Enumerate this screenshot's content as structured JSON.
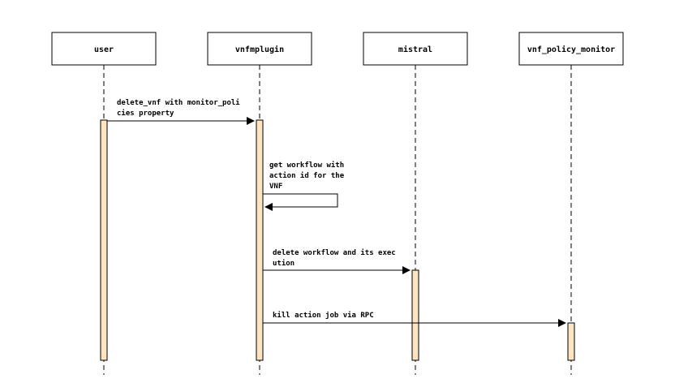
{
  "actors": [
    {
      "id": "user",
      "label": "user"
    },
    {
      "id": "vnfmplugin",
      "label": "vnfmplugin"
    },
    {
      "id": "mistral",
      "label": "mistral"
    },
    {
      "id": "vnf_policy_monitor",
      "label": "vnf_policy_monitor"
    }
  ],
  "messages": [
    {
      "from": "user",
      "to": "vnfmplugin",
      "lines": [
        "delete_vnf with monitor_poli",
        "cies property"
      ]
    },
    {
      "from": "vnfmplugin",
      "to": "vnfmplugin",
      "lines": [
        "get workflow with",
        "action id for the",
        "VNF"
      ]
    },
    {
      "from": "vnfmplugin",
      "to": "mistral",
      "lines": [
        "delete workflow and its exec",
        "ution"
      ]
    },
    {
      "from": "vnfmplugin",
      "to": "vnf_policy_monitor",
      "lines": [
        "kill action job via RPC"
      ]
    }
  ]
}
